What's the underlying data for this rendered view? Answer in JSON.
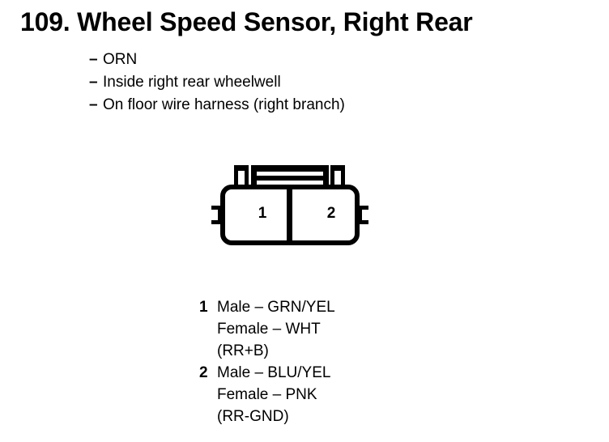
{
  "document": {
    "item_number": "109.",
    "title": "109. Wheel Speed Sensor, Right Rear",
    "descriptions": [
      {
        "dash": "–",
        "text": "ORN"
      },
      {
        "dash": "–",
        "text": "Inside right rear wheelwell"
      },
      {
        "dash": "–",
        "text": "On floor wire harness (right branch)"
      }
    ]
  },
  "connector": {
    "cavities": [
      {
        "number": "1"
      },
      {
        "number": "2"
      }
    ]
  },
  "legend": {
    "entries": [
      {
        "pin": "1",
        "lines": [
          "Male – GRN/YEL",
          "Female – WHT",
          "(RR+B)"
        ]
      },
      {
        "pin": "2",
        "lines": [
          "Male – BLU/YEL",
          "Female – PNK",
          "(RR-GND)"
        ]
      }
    ]
  },
  "colors": {
    "ink": "#000000",
    "page": "#ffffff"
  }
}
